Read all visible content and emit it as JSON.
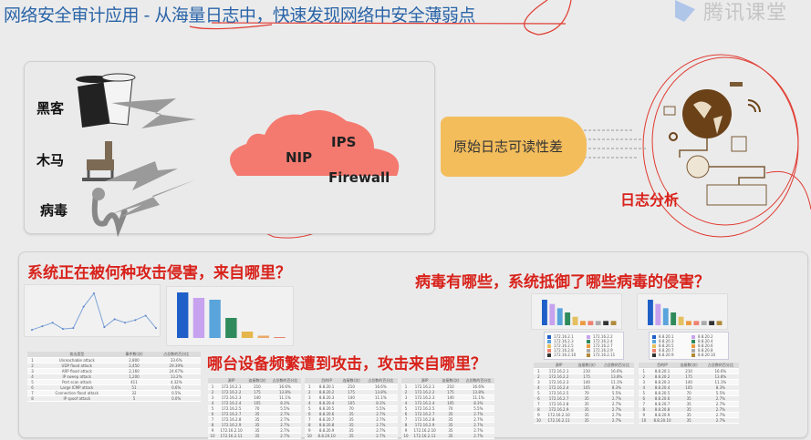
{
  "title": "网络安全审计应用 - 从海量日志中，快速发现网络中安全薄弱点",
  "logo": "腾讯课堂",
  "threats": [
    {
      "label": "黑客"
    },
    {
      "label": "木马"
    },
    {
      "label": "病毒"
    }
  ],
  "cloud": {
    "nip": "NIP",
    "ips": "IPS",
    "firewall": "Firewall",
    "color": "#f47a70"
  },
  "raw_log": "原始日志可读性差",
  "log_analysis": "日志分析",
  "questions": {
    "q1": "系统正在被何种攻击侵害，来自哪里？",
    "q2": "病毒有哪些，系统抵御了哪些病毒的侵害？",
    "q3": "哪台设备频繁遭到攻击，攻击来自哪里？"
  },
  "attack_table": {
    "headers": [
      "攻击类型",
      "事件数(次)",
      "占总数的百分比"
    ],
    "rows": [
      [
        "1",
        "Unreachable attack",
        "2,800",
        "33.6%"
      ],
      [
        "2",
        "UDP flood attack",
        "2,450",
        "29.39%"
      ],
      [
        "3",
        "ARP flood attack",
        "2,160",
        "24.67%"
      ],
      [
        "4",
        "IP sweep attack",
        "1,200",
        "13.2%"
      ],
      [
        "5",
        "Port scan attack",
        "411",
        "4.32%"
      ],
      [
        "6",
        "Large ICMP attack",
        "51",
        "0.6%"
      ],
      [
        "7",
        "Connection flood attack",
        "32",
        "0.5%"
      ],
      [
        "8",
        "IP spoof attack",
        "5",
        "0.0%"
      ]
    ]
  },
  "attack_bars": {
    "values": [
      100,
      88,
      84,
      44,
      14,
      5,
      2
    ],
    "colors": [
      "#1f5fc8",
      "#c7a2ef",
      "#5aa4dc",
      "#2f8a5c",
      "#e5b64a",
      "#eba86a",
      "#e88070"
    ]
  },
  "attack_line": {
    "values": [
      20,
      40,
      60,
      25,
      30,
      150,
      225,
      35,
      80,
      60,
      75,
      100,
      30
    ]
  },
  "virus_bars": {
    "values": [
      210,
      175,
      140,
      105,
      70,
      35,
      35,
      35,
      35,
      35
    ],
    "colors": [
      "#1f5fc8",
      "#c7a2ef",
      "#5aa4dc",
      "#2f8a5c",
      "#e5c060",
      "#eb9a40",
      "#ee8070",
      "#aaaaaa",
      "#333333",
      "#b08a3a"
    ]
  },
  "target_table": {
    "headers": [
      "源IP",
      "连接数(次)",
      "占总数的百分比"
    ],
    "rows": [
      [
        "1",
        "172.16.2.1",
        "210",
        "16.6%"
      ],
      [
        "2",
        "172.16.2.2",
        "175",
        "13.8%"
      ],
      [
        "3",
        "172.16.2.3",
        "140",
        "11.1%"
      ],
      [
        "4",
        "172.16.2.4",
        "105",
        "8.3%"
      ],
      [
        "5",
        "172.16.2.5",
        "70",
        "5.5%"
      ],
      [
        "6",
        "172.16.2.7",
        "35",
        "2.7%"
      ],
      [
        "7",
        "172.16.2.8",
        "35",
        "2.7%"
      ],
      [
        "8",
        "172.16.2.9",
        "35",
        "2.7%"
      ],
      [
        "9",
        "172.16.2.10",
        "35",
        "2.7%"
      ],
      [
        "10",
        "172.16.2.11",
        "35",
        "2.7%"
      ]
    ]
  },
  "dest_table": {
    "headers": [
      "目的IP",
      "连接数(次)",
      "占总数的百分比"
    ],
    "rows": [
      [
        "1",
        "8.8.20.1",
        "210",
        "16.6%"
      ],
      [
        "2",
        "8.8.20.2",
        "175",
        "13.8%"
      ],
      [
        "3",
        "8.8.20.3",
        "140",
        "11.1%"
      ],
      [
        "4",
        "8.8.20.4",
        "105",
        "8.3%"
      ],
      [
        "5",
        "8.8.20.5",
        "70",
        "5.5%"
      ],
      [
        "6",
        "8.8.20.6",
        "35",
        "2.7%"
      ],
      [
        "7",
        "8.8.20.7",
        "35",
        "2.7%"
      ],
      [
        "8",
        "8.8.20.8",
        "35",
        "2.7%"
      ],
      [
        "9",
        "8.8.20.9",
        "35",
        "2.7%"
      ],
      [
        "10",
        "8.8.20.10",
        "35",
        "2.7%"
      ]
    ]
  }
}
